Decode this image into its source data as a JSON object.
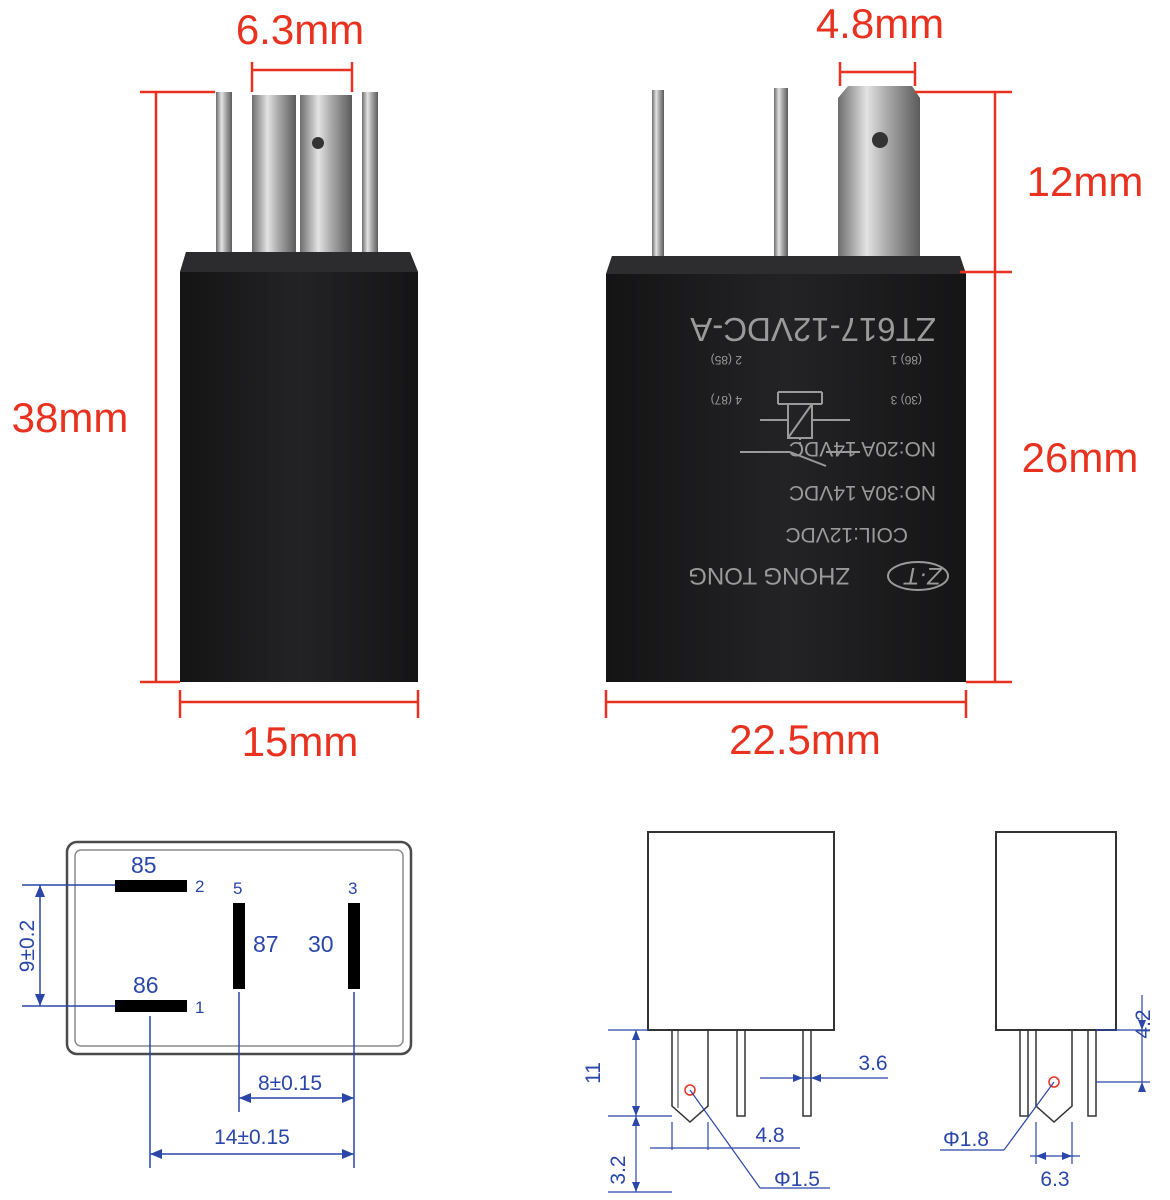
{
  "photo_dimensions": {
    "terminal_width": "6.3mm",
    "terminal_width_right": "4.8mm",
    "height_total": "38mm",
    "pin_length": "12mm",
    "body_height": "26mm",
    "width": "15mm",
    "length": "22.5mm"
  },
  "relay_label": {
    "model": "ZT617-12VDC-A",
    "pin_86": "(86) 1",
    "pin_85": "2 (85)",
    "pin_30": "(30) 3",
    "pin_87": "4 (87)",
    "no_rating_20": "NO:20A 14VDC",
    "no_rating_30": "NO:30A 14VDC",
    "coil": "COIL:12VDC",
    "brand": "ZHONG TONG",
    "logo": "Z·T"
  },
  "pin_layout": {
    "pin_85_label": "85",
    "pin_85_num": "2",
    "pin_86_label": "86",
    "pin_86_num": "1",
    "pin_87_label": "87",
    "pin_87_num": "5",
    "pin_30_label": "30",
    "pin_30_num": "3",
    "dim_vertical": "9±0.2",
    "dim_8": "8±0.15",
    "dim_14": "14±0.15"
  },
  "side_views": {
    "dim_11": "11",
    "dim_3_6": "3.6",
    "dim_4_8": "4.8",
    "dim_3_2": "3.2",
    "dim_phi_1_5": "Φ1.5",
    "dim_4_2": "4.2",
    "dim_phi_1_8": "Φ1.8",
    "dim_6_3": "6.3"
  },
  "colors": {
    "dimension_red": "#e8311f",
    "drawing_blue": "#2a46a8",
    "relay_body": "#1d1d1f"
  }
}
